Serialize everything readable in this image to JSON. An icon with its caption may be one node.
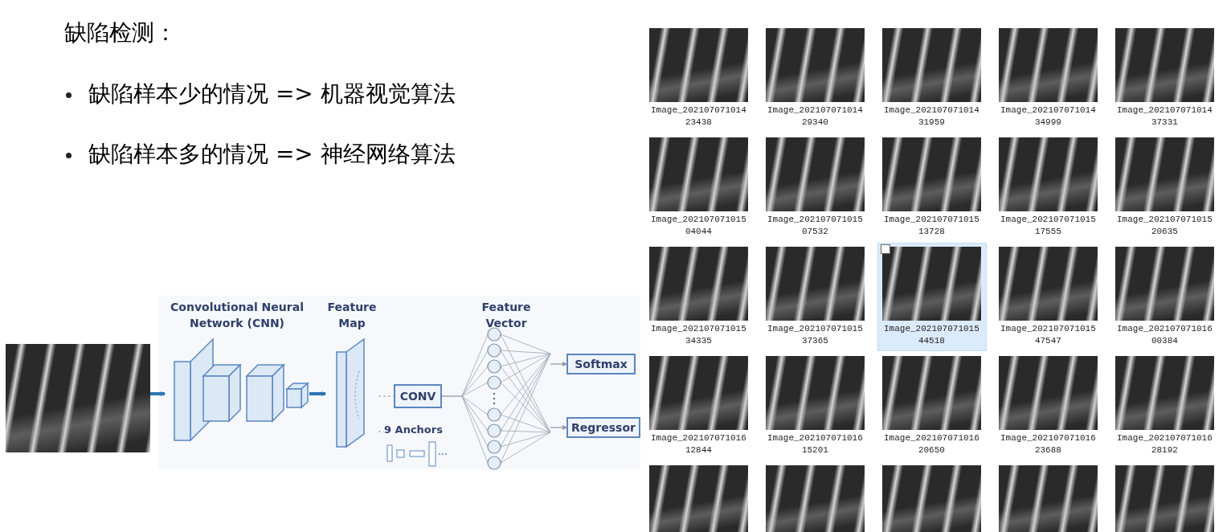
{
  "diagram": {
    "title": "缺陷检测：",
    "nodes": [
      {
        "text": [],
        "shape": "picture"
      },
      {
        "text": [
          "Convolutional Neural Network (CNN)"
        ]
      },
      {
        "text": [
          "Feature Map"
        ]
      },
      {
        "text": [
          "CONV"
        ]
      },
      {
        "text": [
          "Feature Vector"
        ]
      },
      {
        "text": [
          "Softmax"
        ]
      },
      {
        "text": [
          "Regressor"
        ]
      },
      {
        "text": [
          "9 Anchors"
        ]
      }
    ],
    "edges": [
      {
        "from": 0,
        "to": 1,
        "arrow": "to",
        "style": "thick",
        "color": "#2e75b6"
      },
      {
        "from": 1,
        "to": 2,
        "arrow": "to",
        "style": "thick",
        "color": "#2e75b6"
      },
      {
        "from": 2,
        "to": 3,
        "arrow": "none",
        "style": "dashed"
      },
      {
        "from": 3,
        "to": 4,
        "arrow": "none"
      },
      {
        "from": 4,
        "to": 5,
        "arrow": "to"
      },
      {
        "from": 4,
        "to": 6,
        "arrow": "to"
      },
      {
        "from": 2,
        "to": 7,
        "arrow": "none",
        "style": "dashed"
      }
    ],
    "labels": [
      "缺陷样本少的情况 => 机器视觉算法",
      "缺陷样本多的情况 => 神经网络算法",
      "Image_20210707101423438",
      "Image_20210707101429340",
      "Image_20210707101431959",
      "Image_20210707101434999",
      "Image_20210707101437331",
      "Image_20210707101504044",
      "Image_20210707101507532",
      "Image_20210707101513728",
      "Image_20210707101517555",
      "Image_20210707101520635",
      "Image_20210707101534335",
      "Image_20210707101537365",
      "Image_20210707101544518",
      "Image_20210707101547547",
      "Image_20210707101600384",
      "Image_20210707101612844",
      "Image_20210707101615201",
      "Image_20210707101620650",
      "Image_20210707101623688",
      "Image_20210707101628192"
    ]
  }
}
